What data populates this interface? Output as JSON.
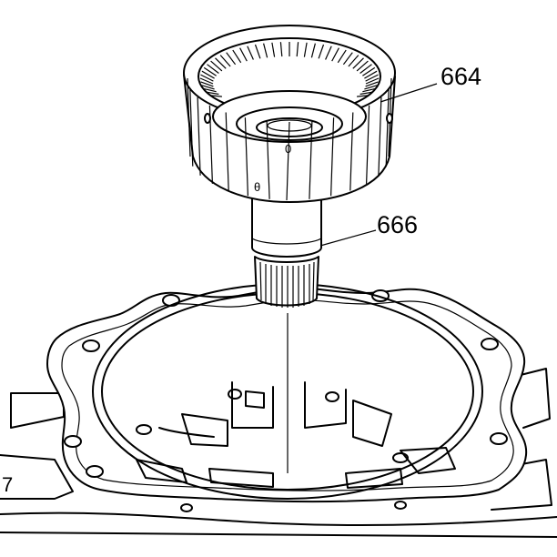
{
  "diagram": {
    "callouts": [
      {
        "id": "664",
        "label": "664"
      },
      {
        "id": "666",
        "label": "666"
      }
    ],
    "edge_mark": "7",
    "drum_marks": [
      "0",
      "θ"
    ]
  }
}
